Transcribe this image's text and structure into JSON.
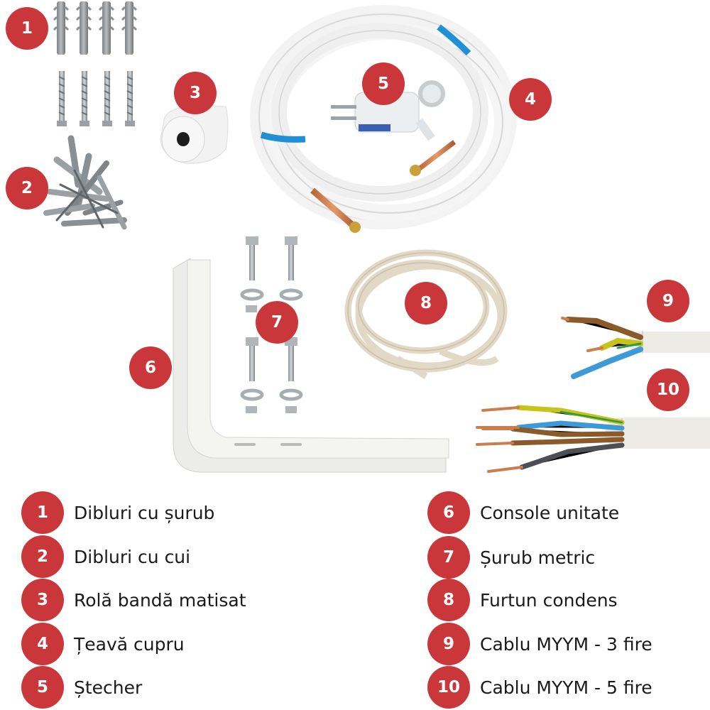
{
  "colors": {
    "badge": "#c9373a",
    "text": "#1a1a1a",
    "background": "#ffffff"
  },
  "badges": [
    "1",
    "2",
    "3",
    "4",
    "5",
    "6",
    "7",
    "8",
    "9",
    "10"
  ],
  "legend": [
    {
      "number": "1",
      "label": "Dibluri cu șurub"
    },
    {
      "number": "2",
      "label": "Dibluri cu cui"
    },
    {
      "number": "3",
      "label": "Rolă bandă matisat"
    },
    {
      "number": "4",
      "label": "Țeavă cupru"
    },
    {
      "number": "5",
      "label": "Ștecher"
    },
    {
      "number": "6",
      "label": "Console unitate"
    },
    {
      "number": "7",
      "label": "Șurub metric"
    },
    {
      "number": "8",
      "label": "Furtun condens"
    },
    {
      "number": "9",
      "label": "Cablu MYYM - 3 fire"
    },
    {
      "number": "10",
      "label": "Cablu MYYM - 5 fire"
    }
  ]
}
